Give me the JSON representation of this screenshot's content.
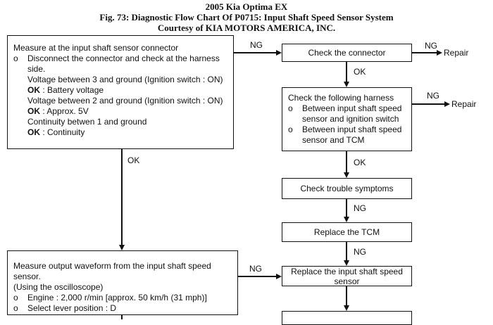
{
  "header": {
    "line1": "2005 Kia Optima EX",
    "line2": "Fig. 73: Diagnostic Flow Chart Of P0715: Input Shaft Speed Sensor System",
    "line3": "Courtesy of KIA MOTORS AMERICA, INC."
  },
  "box1": {
    "title": "Measure at the input shaft sensor connector",
    "bullet": "o",
    "l1": "Disconnect the connector and check at the harness",
    "l2": "side.",
    "l3": "Voltage between 3 and ground (Ignition switch : ON)",
    "ok": "OK",
    "l4": " : Battery voltage",
    "l5": "Voltage between 2 and ground (Ignition switch : ON)",
    "l6": " : Approx. 5V",
    "l7": "Continuity betwen 1 and ground",
    "l8": " : Continuity"
  },
  "box2": {
    "l1": "Measure output waveform from the input shaft speed sensor.",
    "l2": "(Using the oscilloscope)",
    "bullet": "o",
    "l3": "Engine : 2,000 r/min [approx. 50 km/h (31 mph)]",
    "l4": "Select lever position : D"
  },
  "right": {
    "connector": "Check the connector",
    "harness_title": "Check the following harness",
    "harness_bullet": "o",
    "h1": "Between input shaft speed sensor and ignition switch",
    "h2": "Between input shaft speed sensor and TCM",
    "symptoms": "Check trouble symptoms",
    "tcm": "Replace the TCM",
    "sensor": "Replace the input shaft speed sensor"
  },
  "labels": {
    "ng": "NG",
    "ok": "OK",
    "repair": "Repair"
  }
}
